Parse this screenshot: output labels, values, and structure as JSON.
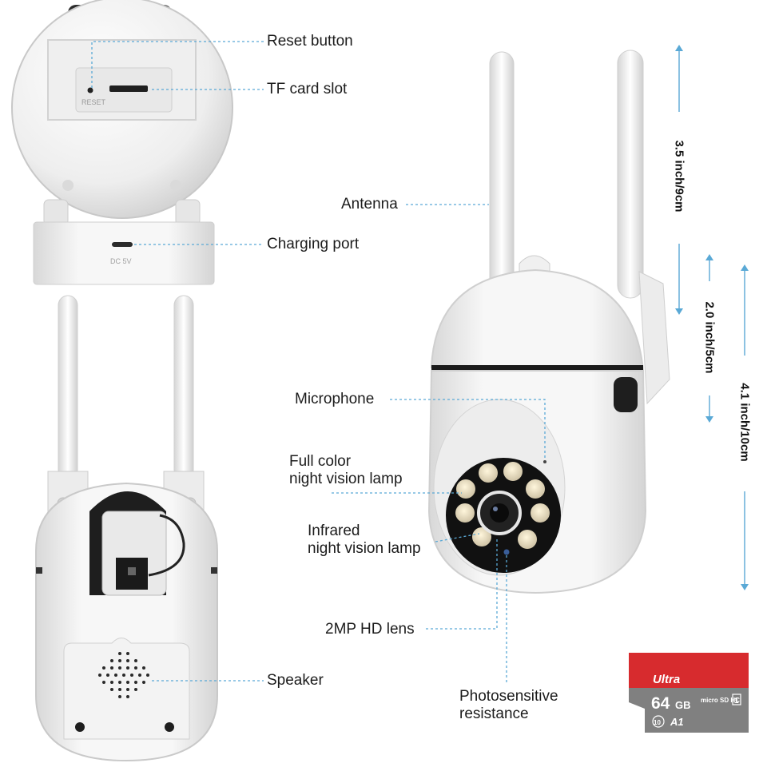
{
  "labels": {
    "reset_button": "Reset button",
    "tf_card_slot": "TF card slot",
    "charging_port": "Charging port",
    "antenna": "Antenna",
    "microphone": "Microphone",
    "full_color_lamp": [
      "Full color",
      "night vision lamp"
    ],
    "infrared_lamp": [
      "Infrared",
      "night vision lamp"
    ],
    "hd_lens": "2MP HD lens",
    "speaker": "Speaker",
    "photosensitive": [
      "Photosensitive",
      "resistance"
    ]
  },
  "dimensions": {
    "antenna_height": "3.5 inch/9cm",
    "head_height": "2.0 inch/5cm",
    "body_height": "4.1 inch/10cm"
  },
  "device_markings": {
    "reset": "RESET",
    "dc": "DC 5V"
  },
  "sd_card": {
    "brand": "Ultra",
    "capacity": "64",
    "unit": "GB",
    "logo": "micro SD HC",
    "speed": "A1",
    "class": "10",
    "uhs": "1",
    "top_color": "#d72b2e",
    "bottom_color": "#808080"
  },
  "colors": {
    "leader_line": "#5aa9d6",
    "device_body": "#f4f4f4",
    "lens_ring": "#111111"
  }
}
